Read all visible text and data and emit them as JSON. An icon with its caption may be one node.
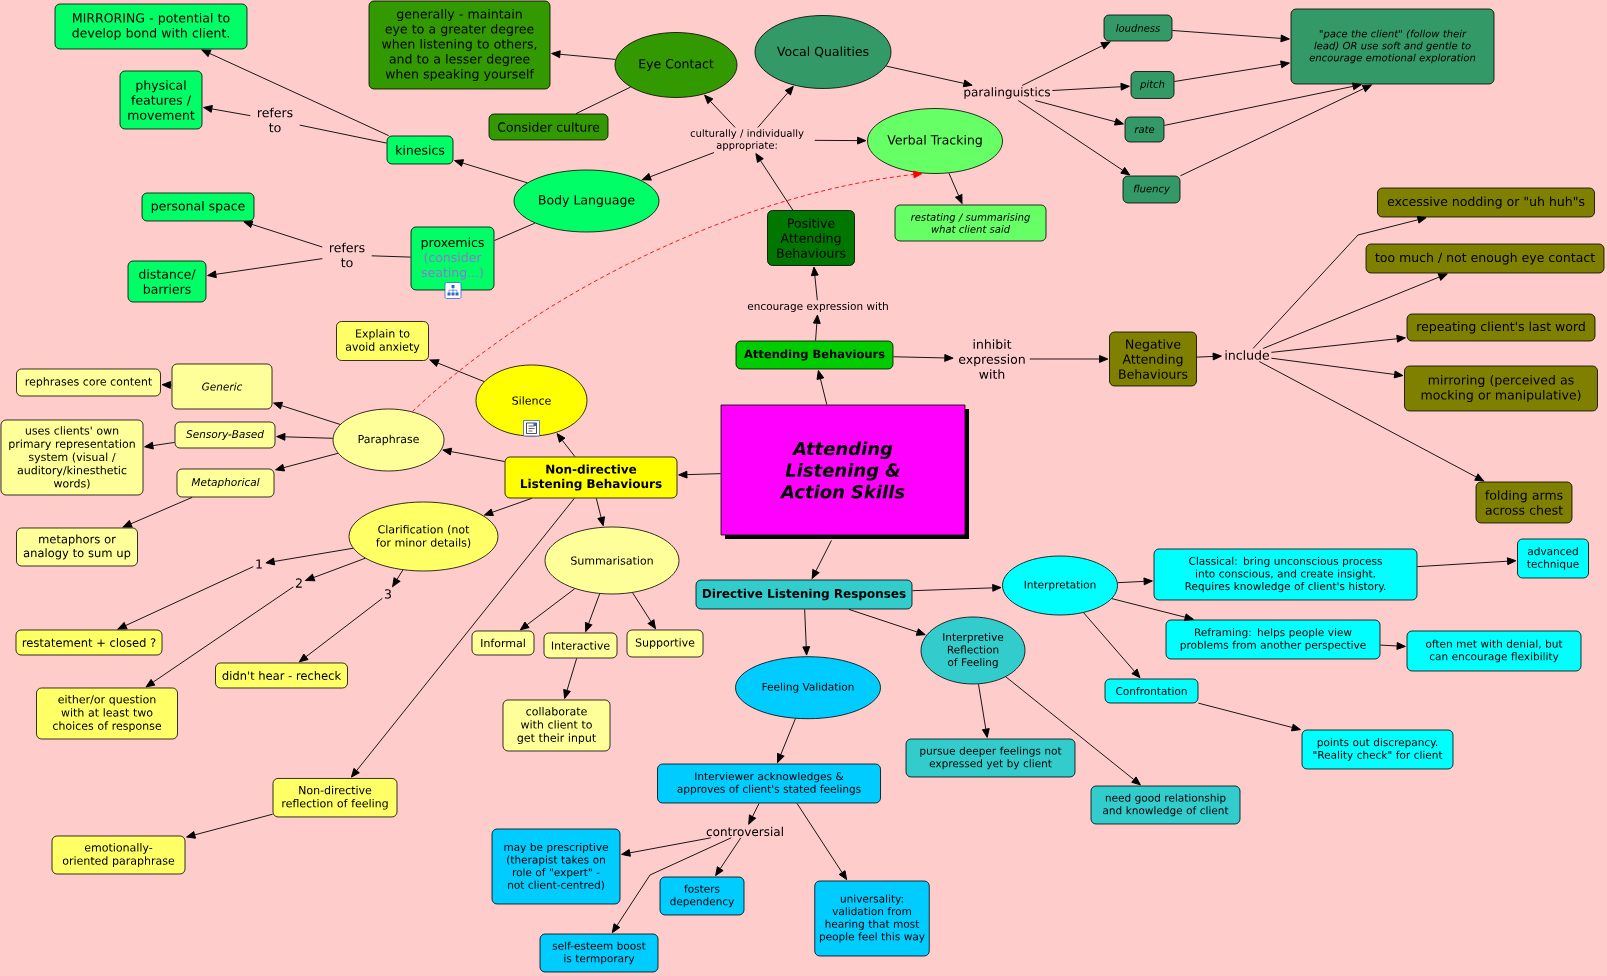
{
  "diagram": {
    "nodes": [
      {
        "text": [
          "MIRRORING - potential to develop bond with client."
        ]
      },
      {
        "text": [
          "generally - maintain eye to a greater degree when listening to others, and to a lesser degree when speaking yourself"
        ]
      },
      {
        "text": [
          "Eye Contact"
        ]
      },
      {
        "text": [
          "Vocal Qualities"
        ]
      },
      {
        "text": [
          "loudness"
        ]
      },
      {
        "text": [
          "\"pace the client\" (follow their lead) OR use soft and gentle to encourage emotional exploration"
        ]
      },
      {
        "text": [
          "physical features / movement"
        ]
      },
      {
        "text": [
          "refers to"
        ]
      },
      {
        "text": [
          "pitch"
        ]
      },
      {
        "text": [
          "paralinguistics"
        ]
      },
      {
        "text": [
          "Consider culture"
        ]
      },
      {
        "text": [
          "culturally / individually appropriate:"
        ]
      },
      {
        "text": [
          "Verbal Tracking"
        ]
      },
      {
        "text": [
          "rate"
        ]
      },
      {
        "text": [
          "kinesics"
        ]
      },
      {
        "text": [
          "fluency"
        ]
      },
      {
        "text": [
          "Body Language"
        ]
      },
      {
        "text": [
          "excessive nodding or \"uh huh\"s"
        ]
      },
      {
        "text": [
          "personal space"
        ]
      },
      {
        "text": [
          "restating / summarising what client said"
        ]
      },
      {
        "text": [
          "Positive Attending Behaviours"
        ]
      },
      {
        "text": [
          "proxemics",
          "(consider seating...)"
        ]
      },
      {
        "text": [
          "refers to"
        ]
      },
      {
        "text": [
          "too much / not enough eye contact"
        ]
      },
      {
        "text": [
          "distance/ barriers"
        ]
      },
      {
        "text": [
          "encourage expression with"
        ]
      },
      {
        "text": [
          "Explain to avoid anxiety"
        ]
      },
      {
        "text": [
          "repeating client's last word"
        ]
      },
      {
        "text": [
          "Attending Behaviours"
        ]
      },
      {
        "text": [
          "inhibit expression with"
        ]
      },
      {
        "text": [
          "Negative Attending Behaviours"
        ]
      },
      {
        "text": [
          "include"
        ]
      },
      {
        "text": [
          "rephrases core content"
        ]
      },
      {
        "text": [
          "Generic"
        ]
      },
      {
        "text": [
          "mirroring (perceived as mocking or manipulative)"
        ]
      },
      {
        "text": [
          "Silence"
        ]
      },
      {
        "text": [
          "Paraphrase"
        ]
      },
      {
        "text": [
          "Sensory-Based"
        ]
      },
      {
        "text": [
          "Attending Listening & Action Skills"
        ]
      },
      {
        "text": [
          "uses clients' own primary representation system (visual / auditory/kinesthetic words)"
        ]
      },
      {
        "text": [
          "Non-directive Listening Behaviours"
        ]
      },
      {
        "text": [
          "Metaphorical"
        ]
      },
      {
        "text": [
          "folding arms across chest"
        ]
      },
      {
        "text": [
          "Clarification (not for minor details)"
        ]
      },
      {
        "text": [
          "metaphors or analogy to sum up"
        ]
      },
      {
        "text": [
          "Summarisation"
        ]
      },
      {
        "text": [
          "Classical: bring unconscious process into conscious, and create insight. Requires knowledge of client's history."
        ]
      },
      {
        "text": [
          "advanced technique"
        ]
      },
      {
        "text": [
          "Interpretation"
        ]
      },
      {
        "text": [
          "1"
        ]
      },
      {
        "text": [
          "Directive Listening Responses"
        ]
      },
      {
        "text": [
          "2"
        ]
      },
      {
        "text": [
          "3"
        ]
      },
      {
        "text": [
          "Reframing: helps people view problems from another perspective"
        ]
      },
      {
        "text": [
          "often met with denial, but can encourage flexibility"
        ]
      },
      {
        "text": [
          "Interpretive Reflection of Feeling"
        ]
      },
      {
        "text": [
          "restatement + closed ?"
        ]
      },
      {
        "text": [
          "Informal"
        ]
      },
      {
        "text": [
          "Supportive"
        ]
      },
      {
        "text": [
          "Interactive"
        ]
      },
      {
        "text": [
          "didn't hear - recheck"
        ]
      },
      {
        "text": [
          "Feeling Validation"
        ]
      },
      {
        "text": [
          "Confrontation"
        ]
      },
      {
        "text": [
          "either/or question with at least two choices of response"
        ]
      },
      {
        "text": [
          "collaborate with client to get their input"
        ]
      },
      {
        "text": [
          "points out discrepancy. \"Reality check\" for client"
        ]
      },
      {
        "text": [
          "pursue deeper feelings not expressed yet by client"
        ]
      },
      {
        "text": [
          "Interviewer acknowledges & approves of client's stated feelings"
        ]
      },
      {
        "text": [
          "Non-directive reflection of feeling"
        ]
      },
      {
        "text": [
          "need good relationship and knowledge of client"
        ]
      },
      {
        "text": [
          "controversial"
        ]
      },
      {
        "text": [
          "may be prescriptive (therapist takes on role of \"expert\" - not client-centred)"
        ]
      },
      {
        "text": [
          "emotionally-oriented paraphrase"
        ]
      },
      {
        "text": [
          "fosters dependency"
        ]
      },
      {
        "text": [
          "universality: validation from hearing that most people feel this way"
        ]
      },
      {
        "text": [
          "self-esteem boost is termporary"
        ]
      }
    ],
    "edges": [
      {
        "from": 14,
        "to": 0,
        "arrow": "to"
      },
      {
        "from": 14,
        "to": 7,
        "arrow": "none"
      },
      {
        "from": 7,
        "to": 6,
        "arrow": "to"
      },
      {
        "from": 16,
        "to": 14,
        "arrow": "to"
      },
      {
        "from": 16,
        "to": 21,
        "arrow": "none"
      },
      {
        "from": 21,
        "to": 22,
        "arrow": "none"
      },
      {
        "from": 22,
        "to": 18,
        "arrow": "to"
      },
      {
        "from": 22,
        "to": 24,
        "arrow": "to"
      },
      {
        "from": 2,
        "to": 1,
        "arrow": "to"
      },
      {
        "from": 2,
        "to": 10,
        "arrow": "none"
      },
      {
        "from": 20,
        "to": 11,
        "arrow": "to"
      },
      {
        "from": 11,
        "to": 2,
        "arrow": "to"
      },
      {
        "from": 11,
        "to": 3,
        "arrow": "to"
      },
      {
        "from": 11,
        "to": 12,
        "arrow": "to"
      },
      {
        "from": 11,
        "to": 16,
        "arrow": "to"
      },
      {
        "from": 3,
        "to": 9,
        "arrow": "to"
      },
      {
        "from": 9,
        "to": 4,
        "arrow": "to"
      },
      {
        "from": 9,
        "to": 8,
        "arrow": "to"
      },
      {
        "from": 9,
        "to": 13,
        "arrow": "to"
      },
      {
        "from": 9,
        "to": 15,
        "arrow": "to"
      },
      {
        "from": 4,
        "to": 5,
        "arrow": "to"
      },
      {
        "from": 8,
        "to": 5,
        "arrow": "to"
      },
      {
        "from": 13,
        "to": 5,
        "arrow": "to"
      },
      {
        "from": 15,
        "to": 5,
        "arrow": "to"
      },
      {
        "from": 12,
        "to": 19,
        "arrow": "to"
      },
      {
        "from": 36,
        "to": 12,
        "arrow": "to",
        "style": "dashed",
        "color": "#ff0000"
      },
      {
        "from": 28,
        "to": 25,
        "arrow": "to"
      },
      {
        "from": 25,
        "to": 20,
        "arrow": "to"
      },
      {
        "from": 38,
        "to": 28,
        "arrow": "to"
      },
      {
        "from": 28,
        "to": 29,
        "arrow": "to"
      },
      {
        "from": 29,
        "to": 30,
        "arrow": "to"
      },
      {
        "from": 30,
        "to": 31,
        "arrow": "to"
      },
      {
        "from": 31,
        "to": 17,
        "arrow": "to"
      },
      {
        "from": 31,
        "to": 23,
        "arrow": "to"
      },
      {
        "from": 31,
        "to": 27,
        "arrow": "to"
      },
      {
        "from": 31,
        "to": 34,
        "arrow": "to"
      },
      {
        "from": 31,
        "to": 42,
        "arrow": "to"
      },
      {
        "from": 38,
        "to": 40,
        "arrow": "to"
      },
      {
        "from": 40,
        "to": 35,
        "arrow": "to"
      },
      {
        "from": 35,
        "to": 26,
        "arrow": "to"
      },
      {
        "from": 40,
        "to": 36,
        "arrow": "to"
      },
      {
        "from": 36,
        "to": 33,
        "arrow": "to"
      },
      {
        "from": 36,
        "to": 37,
        "arrow": "to"
      },
      {
        "from": 36,
        "to": 41,
        "arrow": "to"
      },
      {
        "from": 33,
        "to": 32,
        "arrow": "to"
      },
      {
        "from": 37,
        "to": 39,
        "arrow": "to"
      },
      {
        "from": 41,
        "to": 44,
        "arrow": "to"
      },
      {
        "from": 40,
        "to": 43,
        "arrow": "to"
      },
      {
        "from": 43,
        "to": 49,
        "arrow": "to"
      },
      {
        "from": 49,
        "to": 56,
        "arrow": "to"
      },
      {
        "from": 43,
        "to": 51,
        "arrow": "to"
      },
      {
        "from": 51,
        "to": 63,
        "arrow": "to"
      },
      {
        "from": 43,
        "to": 52,
        "arrow": "to"
      },
      {
        "from": 52,
        "to": 60,
        "arrow": "to"
      },
      {
        "from": 40,
        "to": 45,
        "arrow": "to"
      },
      {
        "from": 45,
        "to": 57,
        "arrow": "to"
      },
      {
        "from": 45,
        "to": 59,
        "arrow": "to"
      },
      {
        "from": 45,
        "to": 58,
        "arrow": "to"
      },
      {
        "from": 59,
        "to": 64,
        "arrow": "to"
      },
      {
        "from": 40,
        "to": 68,
        "arrow": "to"
      },
      {
        "from": 68,
        "to": 72,
        "arrow": "to"
      },
      {
        "from": 38,
        "to": 50,
        "arrow": "to"
      },
      {
        "from": 50,
        "to": 48,
        "arrow": "to"
      },
      {
        "from": 48,
        "to": 46,
        "arrow": "to"
      },
      {
        "from": 46,
        "to": 47,
        "arrow": "to"
      },
      {
        "from": 48,
        "to": 53,
        "arrow": "to"
      },
      {
        "from": 53,
        "to": 54,
        "arrow": "to"
      },
      {
        "from": 48,
        "to": 62,
        "arrow": "to"
      },
      {
        "from": 62,
        "to": 65,
        "arrow": "to"
      },
      {
        "from": 50,
        "to": 55,
        "arrow": "to"
      },
      {
        "from": 55,
        "to": 66,
        "arrow": "to"
      },
      {
        "from": 55,
        "to": 69,
        "arrow": "to"
      },
      {
        "from": 50,
        "to": 61,
        "arrow": "to"
      },
      {
        "from": 61,
        "to": 67,
        "arrow": "to"
      },
      {
        "from": 67,
        "to": 70,
        "arrow": "to"
      },
      {
        "from": 70,
        "to": 71,
        "arrow": "to"
      },
      {
        "from": 70,
        "to": 73,
        "arrow": "to"
      },
      {
        "from": 70,
        "to": 75,
        "arrow": "to"
      },
      {
        "from": 67,
        "to": 74,
        "arrow": "to"
      }
    ]
  }
}
